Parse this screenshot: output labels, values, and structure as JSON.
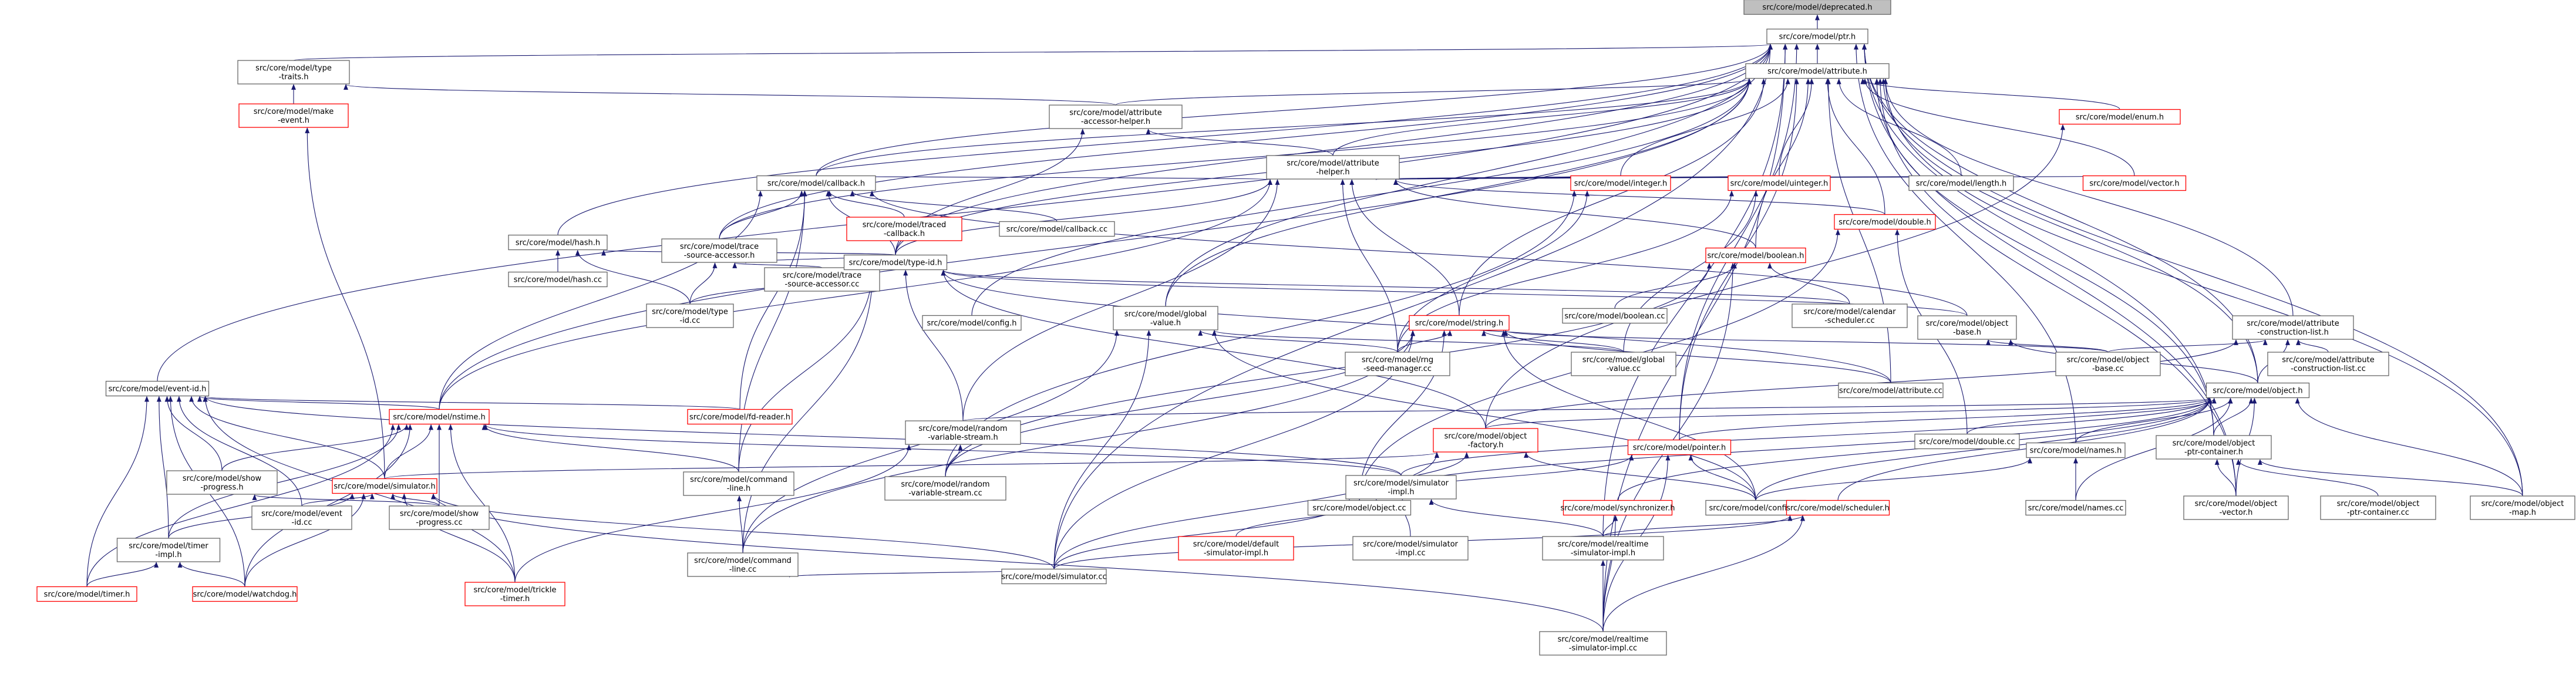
{
  "colors": {
    "edge": "#191970",
    "root_fill": "#bfbfbf",
    "node_border": "#666666",
    "truncated_border": "#ff0000"
  },
  "nodes": [
    {
      "id": "deprecated",
      "lines": [
        "src/core/model/deprecated.h"
      ],
      "kind": "root"
    },
    {
      "id": "ptr",
      "lines": [
        "src/core/model/ptr.h"
      ]
    },
    {
      "id": "attribute",
      "lines": [
        "src/core/model/attribute.h"
      ]
    },
    {
      "id": "type_traits",
      "lines": [
        "src/core/model/type",
        "-traits.h"
      ]
    },
    {
      "id": "make_event",
      "lines": [
        "src/core/model/make",
        "-event.h"
      ],
      "kind": "red"
    },
    {
      "id": "attr_accessor",
      "lines": [
        "src/core/model/attribute",
        "-accessor-helper.h"
      ]
    },
    {
      "id": "enum",
      "lines": [
        "src/core/model/enum.h"
      ],
      "kind": "red"
    },
    {
      "id": "attr_helper",
      "lines": [
        "src/core/model/attribute",
        "-helper.h"
      ]
    },
    {
      "id": "callback",
      "lines": [
        "src/core/model/callback.h"
      ]
    },
    {
      "id": "integer",
      "lines": [
        "src/core/model/integer.h"
      ],
      "kind": "red"
    },
    {
      "id": "uinteger",
      "lines": [
        "src/core/model/uinteger.h"
      ],
      "kind": "red"
    },
    {
      "id": "length",
      "lines": [
        "src/core/model/length.h"
      ]
    },
    {
      "id": "vector",
      "lines": [
        "src/core/model/vector.h"
      ],
      "kind": "red"
    },
    {
      "id": "double",
      "lines": [
        "src/core/model/double.h"
      ],
      "kind": "red"
    },
    {
      "id": "hash",
      "lines": [
        "src/core/model/hash.h"
      ]
    },
    {
      "id": "hash_cc",
      "lines": [
        "src/core/model/hash.cc"
      ]
    },
    {
      "id": "trace_src",
      "lines": [
        "src/core/model/trace",
        "-source-accessor.h"
      ]
    },
    {
      "id": "traced_cb",
      "lines": [
        "src/core/model/traced",
        "-callback.h"
      ],
      "kind": "red"
    },
    {
      "id": "callback_cc",
      "lines": [
        "src/core/model/callback.cc"
      ]
    },
    {
      "id": "trace_src_cc",
      "lines": [
        "src/core/model/trace",
        "-source-accessor.cc"
      ]
    },
    {
      "id": "type_id",
      "lines": [
        "src/core/model/type-id.h"
      ]
    },
    {
      "id": "type_id_cc",
      "lines": [
        "src/core/model/type",
        "-id.cc"
      ]
    },
    {
      "id": "boolean",
      "lines": [
        "src/core/model/boolean.h"
      ],
      "kind": "red"
    },
    {
      "id": "boolean_cc",
      "lines": [
        "src/core/model/boolean.cc"
      ]
    },
    {
      "id": "calendar",
      "lines": [
        "src/core/model/calendar",
        "-scheduler.cc"
      ]
    },
    {
      "id": "config_h",
      "lines": [
        "src/core/model/config.h"
      ]
    },
    {
      "id": "global_value",
      "lines": [
        "src/core/model/global",
        "-value.h"
      ]
    },
    {
      "id": "string",
      "lines": [
        "src/core/model/string.h"
      ],
      "kind": "red"
    },
    {
      "id": "obj_base",
      "lines": [
        "src/core/model/object",
        "-base.h"
      ]
    },
    {
      "id": "attr_constr",
      "lines": [
        "src/core/model/attribute",
        "-construction-list.h"
      ]
    },
    {
      "id": "event_id",
      "lines": [
        "src/core/model/event-id.h"
      ]
    },
    {
      "id": "fd_reader",
      "lines": [
        "src/core/model/fd-reader.h"
      ],
      "kind": "red"
    },
    {
      "id": "nstime",
      "lines": [
        "src/core/model/nstime.h"
      ],
      "kind": "red"
    },
    {
      "id": "rng_seed",
      "lines": [
        "src/core/model/rng",
        "-seed-manager.cc"
      ]
    },
    {
      "id": "global_value_cc",
      "lines": [
        "src/core/model/global",
        "-value.cc"
      ]
    },
    {
      "id": "attribute_cc",
      "lines": [
        "src/core/model/attribute.cc"
      ]
    },
    {
      "id": "obj_base_cc",
      "lines": [
        "src/core/model/object",
        "-base.cc"
      ]
    },
    {
      "id": "attr_constr_cc",
      "lines": [
        "src/core/model/attribute",
        "-construction-list.cc"
      ]
    },
    {
      "id": "object",
      "lines": [
        "src/core/model/object.h"
      ]
    },
    {
      "id": "random_vs",
      "lines": [
        "src/core/model/random",
        "-variable-stream.h"
      ]
    },
    {
      "id": "obj_factory",
      "lines": [
        "src/core/model/object",
        "-factory.h"
      ],
      "kind": "red"
    },
    {
      "id": "double_cc",
      "lines": [
        "src/core/model/double.cc"
      ]
    },
    {
      "id": "pointer",
      "lines": [
        "src/core/model/pointer.h"
      ],
      "kind": "red"
    },
    {
      "id": "names_h",
      "lines": [
        "src/core/model/names.h"
      ]
    },
    {
      "id": "obj_ptr_cont",
      "lines": [
        "src/core/model/object",
        "-ptr-container.h"
      ]
    },
    {
      "id": "show_prog",
      "lines": [
        "src/core/model/show",
        "-progress.h"
      ]
    },
    {
      "id": "simulator",
      "lines": [
        "src/core/model/simulator.h"
      ],
      "kind": "red"
    },
    {
      "id": "cmd_line",
      "lines": [
        "src/core/model/command",
        "-line.h"
      ]
    },
    {
      "id": "random_vs_cc",
      "lines": [
        "src/core/model/random",
        "-variable-stream.cc"
      ]
    },
    {
      "id": "sim_impl",
      "lines": [
        "src/core/model/simulator",
        "-impl.h"
      ]
    },
    {
      "id": "object_cc",
      "lines": [
        "src/core/model/object.cc"
      ]
    },
    {
      "id": "config_cc",
      "lines": [
        "src/core/model/config.cc"
      ]
    },
    {
      "id": "synchronizer",
      "lines": [
        "src/core/model/synchronizer.h"
      ],
      "kind": "red"
    },
    {
      "id": "scheduler",
      "lines": [
        "src/core/model/scheduler.h"
      ],
      "kind": "red"
    },
    {
      "id": "names_cc",
      "lines": [
        "src/core/model/names.cc"
      ]
    },
    {
      "id": "obj_vector",
      "lines": [
        "src/core/model/object",
        "-vector.h"
      ]
    },
    {
      "id": "obj_ptr_cont_cc",
      "lines": [
        "src/core/model/object",
        "-ptr-container.cc"
      ]
    },
    {
      "id": "obj_map",
      "lines": [
        "src/core/model/object",
        "-map.h"
      ]
    },
    {
      "id": "timer_impl",
      "lines": [
        "src/core/model/timer",
        "-impl.h"
      ]
    },
    {
      "id": "event_id_cc",
      "lines": [
        "src/core/model/event",
        "-id.cc"
      ]
    },
    {
      "id": "show_prog_cc",
      "lines": [
        "src/core/model/show",
        "-progress.cc"
      ]
    },
    {
      "id": "cmd_line_cc",
      "lines": [
        "src/core/model/command",
        "-line.cc"
      ]
    },
    {
      "id": "simulator_cc",
      "lines": [
        "src/core/model/simulator.cc"
      ]
    },
    {
      "id": "default_sim",
      "lines": [
        "src/core/model/default",
        "-simulator-impl.h"
      ],
      "kind": "red"
    },
    {
      "id": "sim_impl_cc",
      "lines": [
        "src/core/model/simulator",
        "-impl.cc"
      ]
    },
    {
      "id": "rt_sim_impl",
      "lines": [
        "src/core/model/realtime",
        "-simulator-impl.h"
      ]
    },
    {
      "id": "timer",
      "lines": [
        "src/core/model/timer.h"
      ],
      "kind": "red"
    },
    {
      "id": "watchdog",
      "lines": [
        "src/core/model/watchdog.h"
      ],
      "kind": "red"
    },
    {
      "id": "trickle",
      "lines": [
        "src/core/model/trickle",
        "-timer.h"
      ],
      "kind": "red"
    },
    {
      "id": "rt_sim_impl_cc",
      "lines": [
        "src/core/model/realtime",
        "-simulator-impl.cc"
      ]
    }
  ]
}
